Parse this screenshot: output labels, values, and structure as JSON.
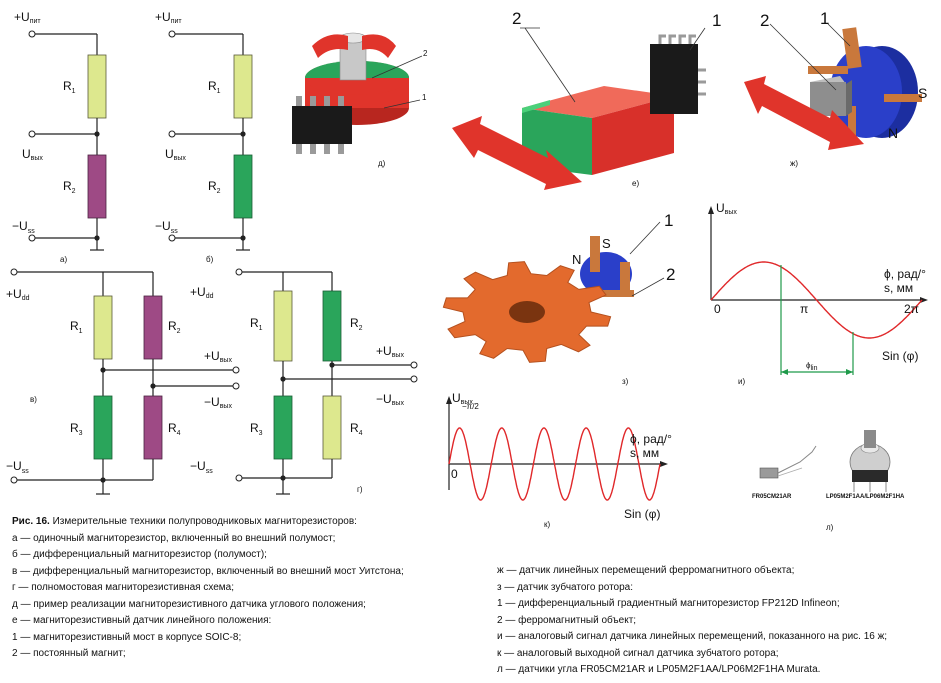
{
  "colors": {
    "resistor_light": "#dde88e",
    "resistor_magenta": "#9e4a85",
    "resistor_green": "#2aa55b",
    "curve_red": "#e0282a",
    "arrow_red": "#e0342b",
    "marker_green": "#1f9a4a",
    "gear_orange": "#e36a2d",
    "magnet_blue": "#2a3fc9",
    "bracket_tan": "#c9783c"
  },
  "circuits": {
    "a": {
      "vplus": "+U",
      "vplus_sub": "пит",
      "r1": "R",
      "r1_sub": "1",
      "vout": "U",
      "vout_sub": "вых",
      "r2": "R",
      "r2_sub": "2",
      "vminus": "−U",
      "vminus_sub": "ss",
      "tag": "а)"
    },
    "b": {
      "vplus": "+U",
      "vplus_sub": "пит",
      "r1": "R",
      "r1_sub": "1",
      "vout": "U",
      "vout_sub": "вых",
      "r2": "R",
      "r2_sub": "2",
      "vminus": "−U",
      "vminus_sub": "ss",
      "tag": "б)"
    },
    "v": {
      "vplus": "+U",
      "vplus_sub": "dd",
      "r1": "R",
      "r1_sub": "1",
      "r2": "R",
      "r2_sub": "2",
      "r3": "R",
      "r3_sub": "3",
      "r4": "R",
      "r4_sub": "4",
      "out_plus": "+U",
      "out_plus_sub": "вых",
      "out_minus": "−U",
      "out_minus_sub": "вых",
      "vminus": "−U",
      "vminus_sub": "ss",
      "tag": "в)"
    },
    "g": {
      "vplus": "+U",
      "vplus_sub": "dd",
      "r1": "R",
      "r1_sub": "1",
      "r2": "R",
      "r2_sub": "2",
      "r3": "R",
      "r3_sub": "3",
      "r4": "R",
      "r4_sub": "4",
      "out_plus": "+U",
      "out_plus_sub": "вых",
      "out_minus": "−U",
      "out_minus_sub": "вых",
      "vminus": "−U",
      "vminus_sub": "ss",
      "tag": "г)"
    }
  },
  "illustrations": {
    "d": {
      "tag": "д)",
      "label1": "1",
      "label2": "2"
    },
    "e": {
      "tag": "е)",
      "label1": "1",
      "label2": "2"
    },
    "zh": {
      "tag": "ж)",
      "label1": "1",
      "label2": "2",
      "pole_s": "S",
      "pole_n": "N"
    },
    "z": {
      "tag": "з)",
      "label1": "1",
      "label2": "2",
      "pole_s": "S",
      "pole_n": "N"
    },
    "l": {
      "tag": "л)",
      "sensor1": "FR05CM21AR",
      "sensor2": "LP05M2F1AA/LP06M2F1HA"
    }
  },
  "graph_i": {
    "tag": "и)",
    "ylabel": "U",
    "ylabel_sub": "вых",
    "xlabel_top": "ϕ, рад/°",
    "xlabel_bottom": "s, мм",
    "origin": "0",
    "tick_pi": "π",
    "tick_2pi": "2π",
    "curve_label": "Sin (φ)",
    "lin_label": "ϕ",
    "lin_sub": "lin"
  },
  "graph_k": {
    "tag": "к)",
    "ylabel": "U",
    "ylabel_sub": "вых",
    "y_annot": "−π/2",
    "xlabel_top": "ϕ, рад/°",
    "xlabel_bottom": "s, мм",
    "origin": "0",
    "curve_label": "Sin (φ)"
  },
  "chart_data": [
    {
      "type": "line",
      "series": [
        {
          "name": "Sin (φ)",
          "x": [
            0,
            0.7854,
            1.5708,
            2.3562,
            3.1416,
            3.927,
            4.7124,
            5.4978,
            6.2832
          ],
          "y": [
            0,
            0.707,
            1,
            0.707,
            0,
            -0.707,
            -1,
            -0.707,
            0
          ]
        }
      ],
      "x_ticks": [
        "0",
        "π",
        "2π"
      ],
      "xlabel": "ϕ, рад/°  s, мм",
      "ylabel": "Uвых"
    },
    {
      "type": "line",
      "series": [
        {
          "name": "Sin (φ)",
          "periods": 5,
          "amplitude": 1
        }
      ],
      "xlabel": "ϕ, рад/°  s, мм",
      "ylabel": "Uвых"
    }
  ],
  "caption": {
    "title": "Рис. 16.",
    "title_rest": " Измерительные техники полупроводниковых магниторезисторов:",
    "left": [
      "а — одиночный магниторезистор, включенный во внешний полумост;",
      "б — дифференциальный магниторезистор (полумост);",
      "в — дифференциальный магниторезистор, включенный во внешний мост Уитстона;",
      "г — полномостовая магниторезистивная схема;",
      "д — пример реализации магниторезистивного датчика углового положения;",
      "е — магниторезистивный датчик линейного положения:",
      "1 — магниторезистивный мост в корпусе SOIC-8;",
      "2 — постоянный магнит;"
    ],
    "right": [
      "ж — датчик линейных перемещений ферромагнитного объекта;",
      "з — датчик зубчатого ротора:",
      "1 — дифференциальный градиентный магниторезистор FP212D Infineon;",
      "2 — ферромагнитный объект;",
      "и — аналоговый сигнал датчика линейных перемещений, показанного на рис. 16 ж;",
      "к — аналоговый выходной сигнал датчика зубчатого ротора;",
      "л — датчики угла FR05CM21AR и LP05M2F1AA/LP06M2F1HA Murata."
    ]
  }
}
